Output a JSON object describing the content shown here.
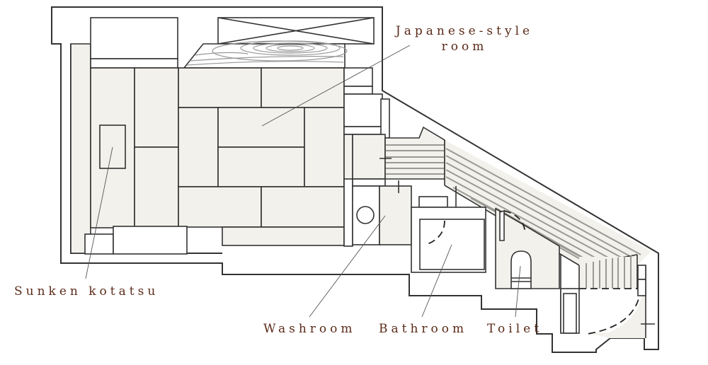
{
  "diagram": {
    "type": "floor-plan",
    "colors": {
      "label_text": "#5a2a18",
      "floor_fill": "#f3f1eb",
      "wall_line": "#333333",
      "wood_grain": "#999999"
    }
  },
  "labels": {
    "japanese_room_line1": "Japanese-style",
    "japanese_room_line2": "room",
    "sunken_kotatsu": "Sunken kotatsu",
    "washroom": "Washroom",
    "bathroom": "Bathroom",
    "toilet": "Toilet"
  }
}
